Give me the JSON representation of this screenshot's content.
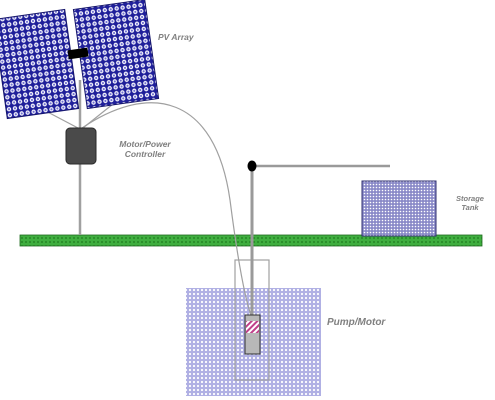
{
  "labels": {
    "pv_array": "PV Array",
    "controller_line1": "Motor/Power",
    "controller_line2": "Controller",
    "storage_line1": "Storage",
    "storage_line2": "Tank",
    "pump_motor": "Pump/Motor"
  },
  "colors": {
    "panel": "#1f1f9a",
    "panel_dot": "#ffffff",
    "controller": "#4a4a4a",
    "ground": "#3fae3f",
    "ground_dark": "#1e7a1e",
    "tank": "#7a7ab8",
    "water": "#9a9ad8",
    "pipe": "#9a9a9a",
    "wire": "#a0a0a0",
    "pump_band": "#c0408a",
    "label": "#808080"
  },
  "icons": {
    "pv_panels": "solar-panel-icon",
    "controller": "controller-box-icon",
    "pump": "pump-icon",
    "tank": "tank-icon"
  }
}
